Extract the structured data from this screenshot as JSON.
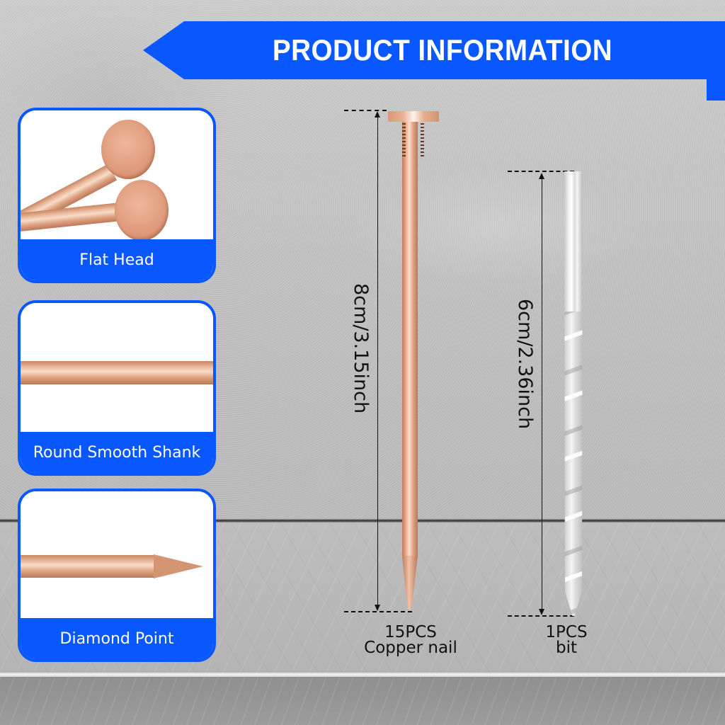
{
  "banner": {
    "title": "PRODUCT INFORMATION",
    "color": "#0957ff"
  },
  "features": [
    {
      "label": "Flat Head",
      "icon": "flat-head-nail-photo"
    },
    {
      "label": "Round Smooth Shank",
      "icon": "smooth-shank-photo"
    },
    {
      "label": "Diamond Point",
      "icon": "diamond-point-photo"
    }
  ],
  "products": [
    {
      "dimension": "8cm/3.15inch",
      "quantity": "15PCS",
      "name": "Copper nail",
      "color": "#e4a686"
    },
    {
      "dimension": "6cm/2.36inch",
      "quantity": "1PCS",
      "name": "bit",
      "color": "#e6e6e6"
    }
  ],
  "colors": {
    "accent": "#0957ff",
    "copper": "#e4a686",
    "text": "#111111"
  }
}
